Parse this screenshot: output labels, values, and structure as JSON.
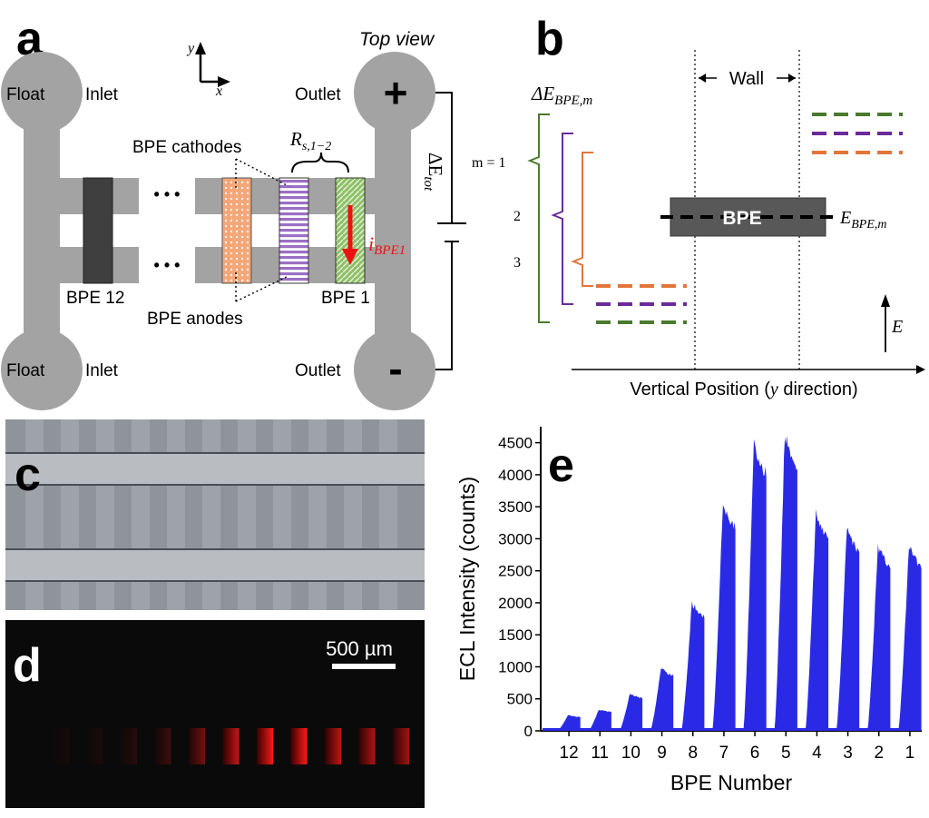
{
  "panel_a": {
    "letter": "a",
    "top_view": "Top view",
    "axis_y": "y",
    "axis_x": "x",
    "float_top": "Float",
    "inlet_top": "Inlet",
    "outlet_top": "Outlet",
    "float_bottom": "Float",
    "inlet_bottom": "Inlet",
    "outlet_bottom": "Outlet",
    "plus_sign": "+",
    "minus_sign": "-",
    "ellipsis": "• • •",
    "bpe_cathodes": "BPE cathodes",
    "bpe_anodes": "BPE anodes",
    "bpe_12": "BPE 12",
    "bpe_1": "BPE 1",
    "rs_main": "R",
    "rs_sub": "s,1−2",
    "delta_e_tot": "ΔE",
    "delta_e_tot_sub": "tot",
    "i_bpe_main": "i",
    "i_bpe_sub": "BPE1"
  },
  "panel_b": {
    "letter": "b",
    "delta_e_main": "ΔE",
    "delta_e_sub": "BPE,m",
    "m1": "m = 1",
    "m2": "2",
    "m3": "3",
    "wall": "Wall",
    "bpe": "BPE",
    "e_bpe_main": "E",
    "e_bpe_sub": "BPE,m",
    "e_axis": "E",
    "xlabel_pre": "Vertical Position (",
    "xlabel_var": "y",
    "xlabel_post": " direction)",
    "colors": {
      "m1": "#4a7a2c",
      "m2": "#6a2a9a",
      "m3": "#e2763a"
    }
  },
  "panel_c": {
    "letter": "c"
  },
  "panel_d": {
    "letter": "d",
    "scale_bar": "500 µm"
  },
  "panel_e": {
    "letter": "e"
  },
  "chart_data": {
    "type": "area",
    "title": "",
    "xlabel": "BPE Number",
    "ylabel": "ECL Intensity (counts)",
    "ylim": [
      0,
      4750
    ],
    "yticks": [
      0,
      500,
      1000,
      1500,
      2000,
      2500,
      3000,
      3500,
      4000,
      4500
    ],
    "categories": [
      "12",
      "11",
      "10",
      "9",
      "8",
      "7",
      "6",
      "5",
      "4",
      "3",
      "2",
      "1"
    ],
    "series": [
      {
        "color": "#2a2ae6",
        "peak_values": [
          250,
          340,
          590,
          1000,
          2050,
          3650,
          4600,
          4750,
          3500,
          3250,
          2950,
          2950
        ]
      }
    ]
  }
}
